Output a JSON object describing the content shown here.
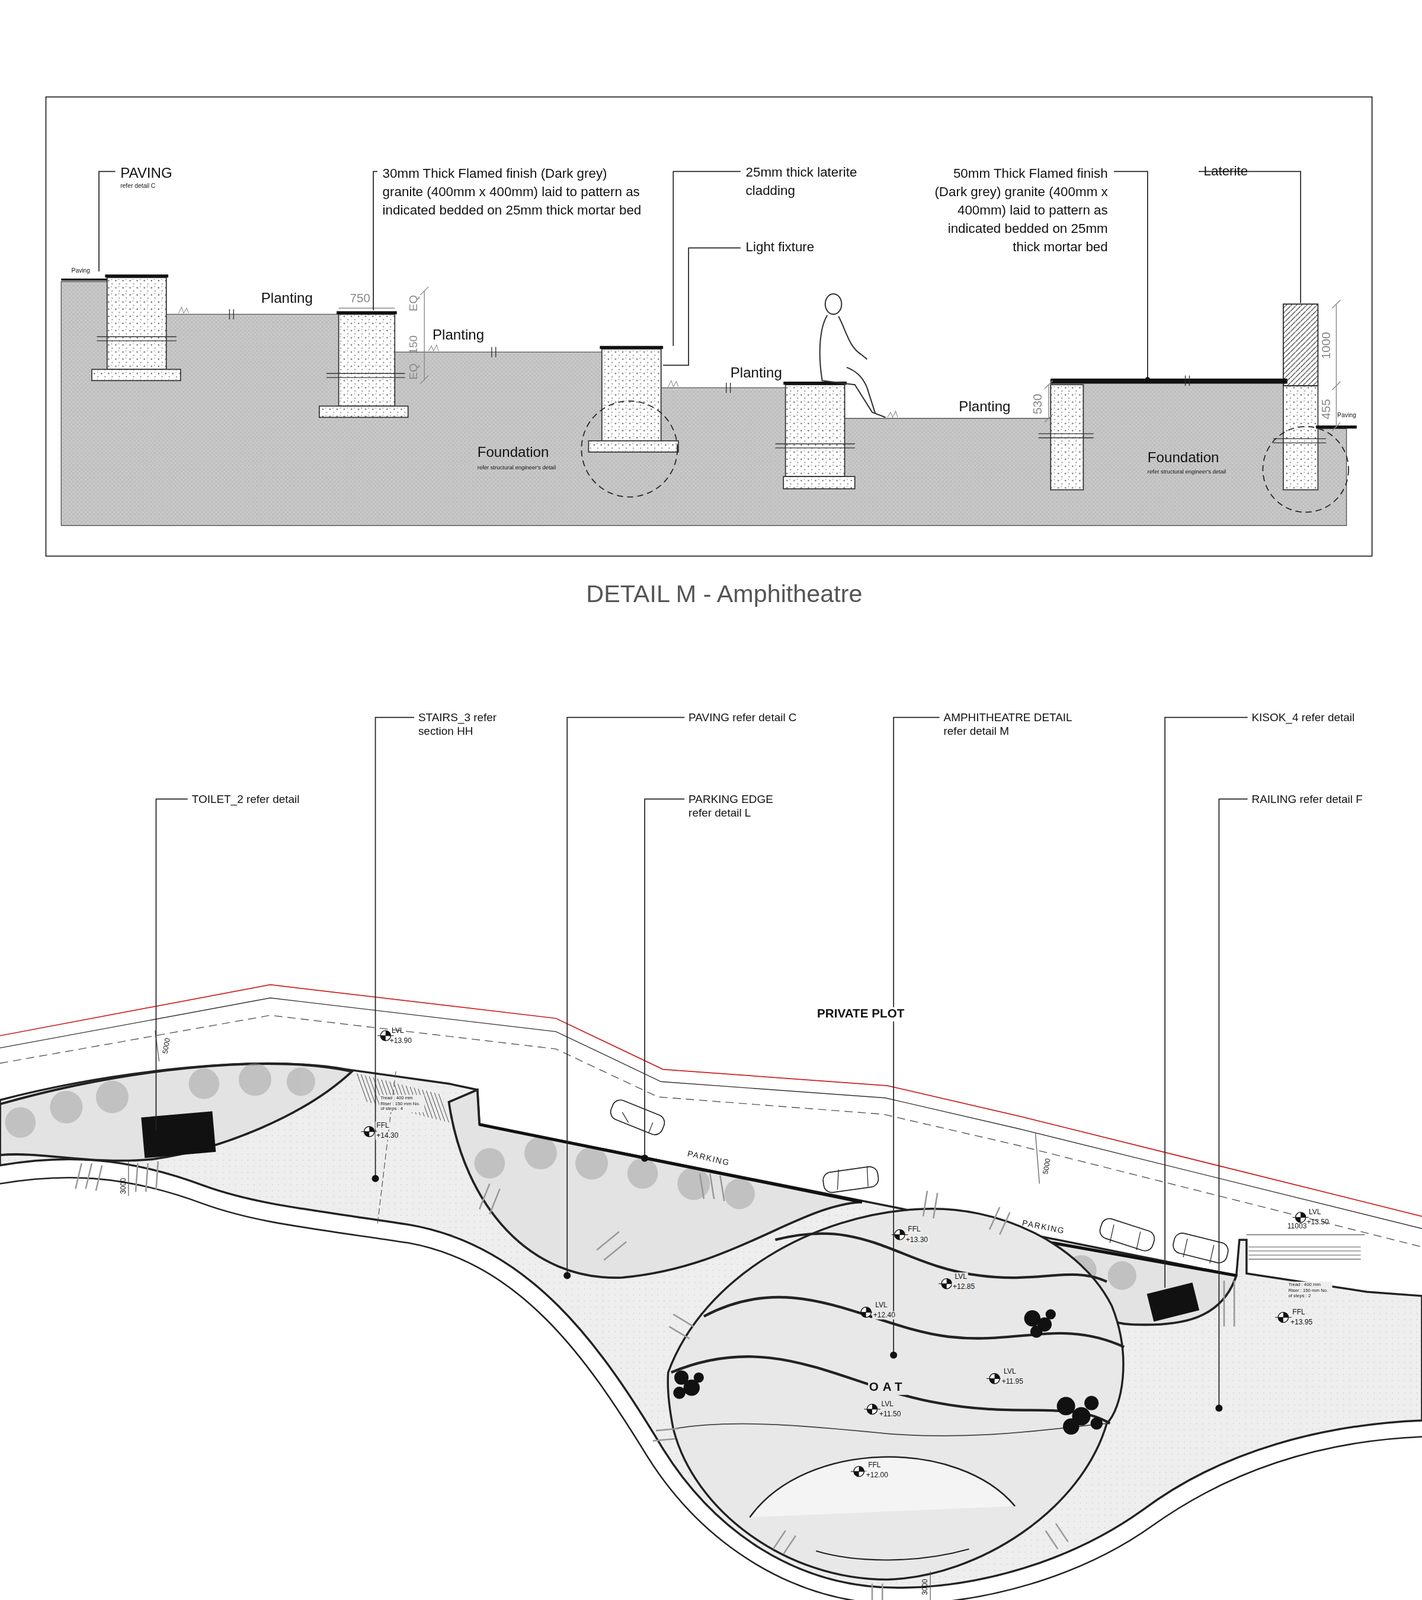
{
  "diagram": {
    "title": "DETAIL M - Amphitheatre",
    "labels": [
      "PAVING",
      "refer detail C",
      "Paving",
      "30mm Thick Flamed finish (Dark grey) granite (400mm x 400mm) laid to pattern as indicated bedded on 25mm thick mortar bed",
      "25mm thick laterite cladding",
      "Light fixture",
      "50mm Thick Flamed finish (Dark grey) granite (400mm x 400mm) laid to pattern as indicated bedded on 25mm thick mortar bed",
      "Laterite",
      "Planting",
      "750",
      "EQ",
      "150",
      "EQ",
      "Planting",
      "Planting",
      "Planting",
      "530",
      "1000",
      "455",
      "Paving",
      "Foundation",
      "refer structural engineer's detail",
      "Foundation",
      "refer structural engineer's detail",
      "STAIRS_3 refer section HH",
      "PAVING refer detail C",
      "AMPHITHEATRE DETAIL refer detail M",
      "KISOK_4 refer detail",
      "TOILET_2 refer detail",
      "PARKING EDGE refer detail L",
      "RAILING refer detail F",
      "PRIVATE PLOT",
      "5000",
      "3000",
      "LVL",
      "+13.90",
      "Tread : 400 mm Riser : 150 mm No. of steps : 4",
      "FFL",
      "+14.30",
      "PARKING",
      "PARKING",
      "5000",
      "FFL",
      "+13.30",
      "LVL",
      "+13.50",
      "11003",
      "Tread : 400 mm Riser : 150 mm No. of steps : 2",
      "LVL",
      "+12.85",
      "FFL",
      "+13.95",
      "LVL",
      "+12.40",
      "LVL",
      "+11.95",
      "OAT",
      "LVL",
      "+11.50",
      "FFL",
      "+12.00",
      "3000"
    ]
  }
}
